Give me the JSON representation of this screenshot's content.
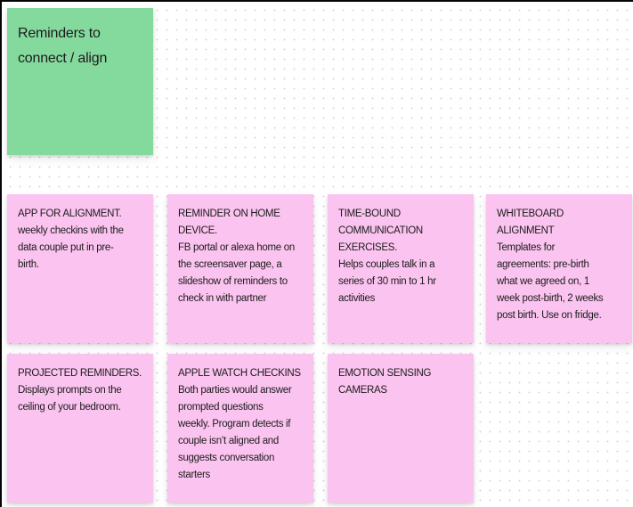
{
  "colors": {
    "canvas_bg": "#ffffff",
    "dot": "#d8d8d8",
    "edge": "#050505",
    "green_note": "#84d99d",
    "pink_note": "#fbc3ef",
    "note_text": "#1c1c1c"
  },
  "title_note": {
    "text": "Reminders to\nconnect / align"
  },
  "sticky_notes": [
    {
      "text": "APP FOR ALIGNMENT.\nweekly checkins with the\ndata couple put in pre-\nbirth."
    },
    {
      "text": "REMINDER ON HOME\nDEVICE.\nFB portal or alexa home on\nthe screensaver page, a\nslideshow of reminders to\ncheck in with partner"
    },
    {
      "text": "TIME-BOUND\nCOMMUNICATION\nEXERCISES.\nHelps couples talk in a\nseries of 30 min to 1 hr\nactivities"
    },
    {
      "text": "WHITEBOARD\nALIGNMENT\nTemplates for\nagreements: pre-birth\nwhat we agreed on, 1\nweek post-birth, 2 weeks\npost birth. Use on fridge."
    },
    {
      "text": "PROJECTED REMINDERS.\nDisplays prompts on the\nceiling of your bedroom."
    },
    {
      "text": "APPLE WATCH CHECKINS\nBoth parties would answer\nprompted questions\nweekly. Program detects if\ncouple isn’t aligned and\nsuggests conversation\nstarters"
    },
    {
      "text": "EMOTION SENSING\nCAMERAS"
    }
  ]
}
